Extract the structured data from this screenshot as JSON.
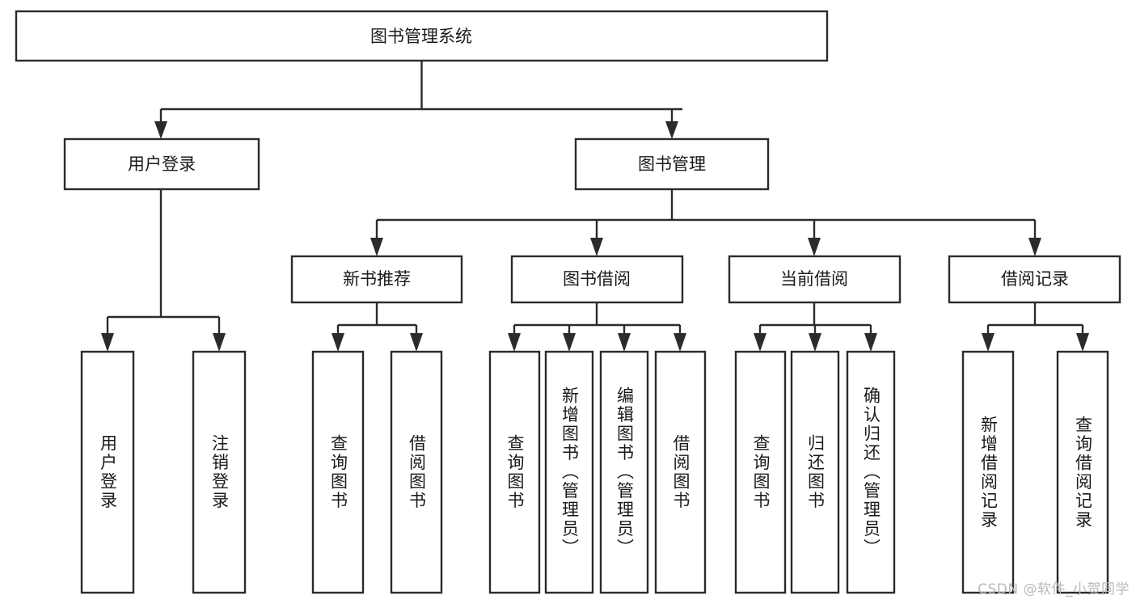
{
  "diagram": {
    "type": "hierarchy-tree",
    "root": {
      "id": "root",
      "label": "图书管理系统",
      "orientation": "horizontal"
    },
    "level2": [
      {
        "id": "user-login",
        "label": "用户登录",
        "orientation": "horizontal"
      },
      {
        "id": "book-manage",
        "label": "图书管理",
        "orientation": "horizontal"
      }
    ],
    "level3": [
      {
        "id": "new-book-recommend",
        "label": "新书推荐",
        "parent": "book-manage",
        "orientation": "horizontal"
      },
      {
        "id": "book-borrow",
        "label": "图书借阅",
        "parent": "book-manage",
        "orientation": "horizontal"
      },
      {
        "id": "current-borrow",
        "label": "当前借阅",
        "parent": "book-manage",
        "orientation": "horizontal"
      },
      {
        "id": "borrow-record",
        "label": "借阅记录",
        "parent": "book-manage",
        "orientation": "horizontal"
      }
    ],
    "leaves": [
      {
        "id": "leaf-user-login",
        "label": "用户登录",
        "parent": "user-login",
        "orientation": "vertical"
      },
      {
        "id": "leaf-logout",
        "label": "注销登录",
        "parent": "user-login",
        "orientation": "vertical"
      },
      {
        "id": "leaf-query-book-1",
        "label": "查询图书",
        "parent": "new-book-recommend",
        "orientation": "vertical"
      },
      {
        "id": "leaf-borrow-book-1",
        "label": "借阅图书",
        "parent": "new-book-recommend",
        "orientation": "vertical"
      },
      {
        "id": "leaf-query-book-2",
        "label": "查询图书",
        "parent": "book-borrow",
        "orientation": "vertical"
      },
      {
        "id": "leaf-add-book",
        "label": "新增图书（管理员）",
        "parent": "book-borrow",
        "orientation": "vertical"
      },
      {
        "id": "leaf-edit-book",
        "label": "编辑图书（管理员）",
        "parent": "book-borrow",
        "orientation": "vertical"
      },
      {
        "id": "leaf-borrow-book-2",
        "label": "借阅图书",
        "parent": "book-borrow",
        "orientation": "vertical"
      },
      {
        "id": "leaf-query-book-3",
        "label": "查询图书",
        "parent": "current-borrow",
        "orientation": "vertical"
      },
      {
        "id": "leaf-return-book",
        "label": "归还图书",
        "parent": "current-borrow",
        "orientation": "vertical"
      },
      {
        "id": "leaf-confirm-return",
        "label": "确认归还（管理员）",
        "parent": "current-borrow",
        "orientation": "vertical"
      },
      {
        "id": "leaf-add-record",
        "label": "新增借阅记录",
        "parent": "borrow-record",
        "orientation": "vertical"
      },
      {
        "id": "leaf-query-record",
        "label": "查询借阅记录",
        "parent": "borrow-record",
        "orientation": "vertical"
      }
    ],
    "colors": {
      "stroke": "#2b2b2b",
      "fill": "#ffffff",
      "text": "#1a1a1a",
      "watermark": "#b9b9b9",
      "background": "#ffffff"
    }
  },
  "watermark": {
    "text": "CSDN @软件_小贺同学"
  }
}
